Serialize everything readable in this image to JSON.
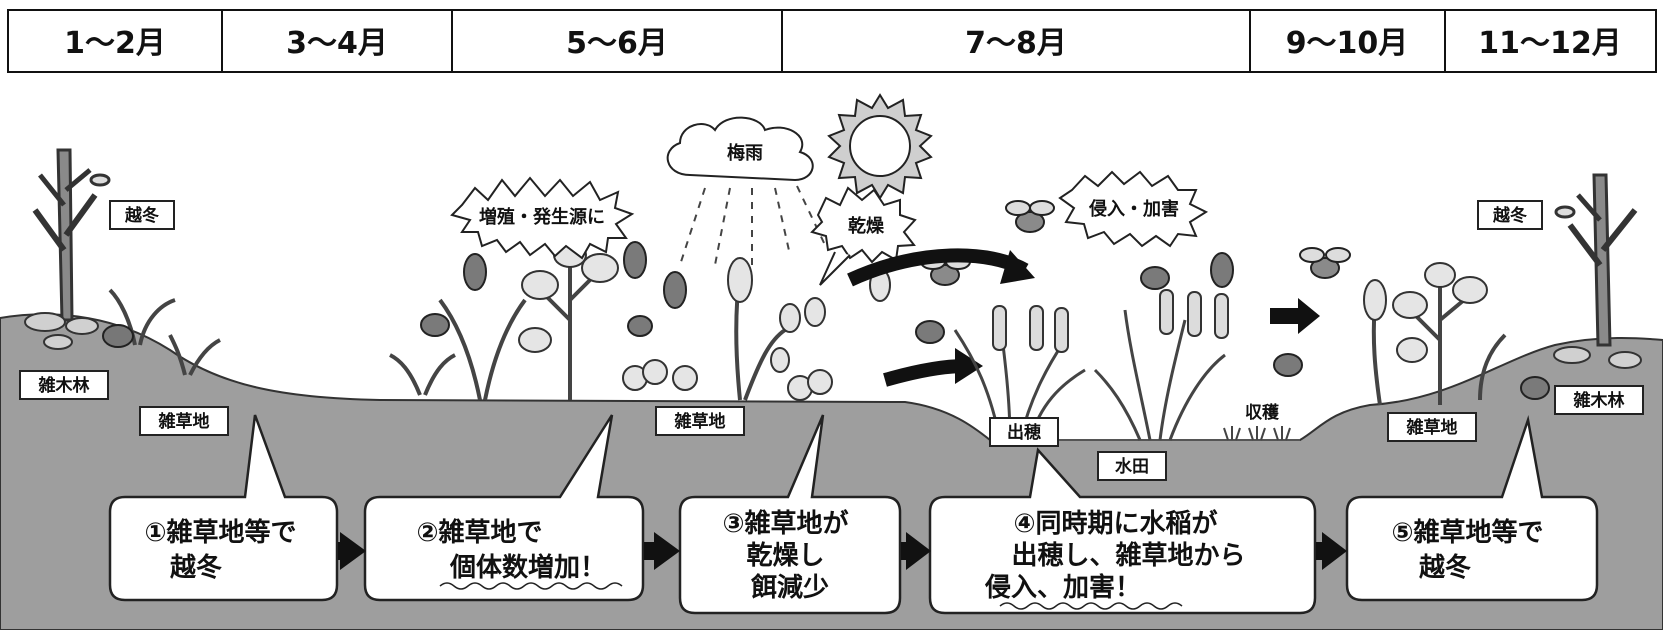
{
  "months": [
    "1～2月",
    "3～4月",
    "5～6月",
    "7～8月",
    "9～10月",
    "11～12月"
  ],
  "labels": {
    "etto_left": "越冬",
    "etto_right": "越冬",
    "zoukibayashi_left": "雑木林",
    "zoukibayashi_right": "雑木林",
    "zassouchi_1": "雑草地",
    "zassouchi_2": "雑草地",
    "zassouchi_3": "雑草地",
    "shussui": "出穂",
    "suiden": "水田",
    "shukaku": "収穫"
  },
  "bubbles": {
    "zoushoku": "増殖・発生源に",
    "tsuyu": "梅雨",
    "kansou": "乾燥",
    "shinnyu": "侵入・加害"
  },
  "steps": [
    {
      "lines": [
        "①雑草地等で",
        "越冬"
      ]
    },
    {
      "lines": [
        "②雑草地で",
        "個体数増加！"
      ]
    },
    {
      "lines": [
        "③雑草地が",
        "乾燥し",
        "餌減少"
      ]
    },
    {
      "lines": [
        "④同時期に水稲が",
        "出穂し、雑草地から",
        "侵入、加害！"
      ]
    },
    {
      "lines": [
        "⑤雑草地等で",
        "越冬"
      ]
    }
  ]
}
